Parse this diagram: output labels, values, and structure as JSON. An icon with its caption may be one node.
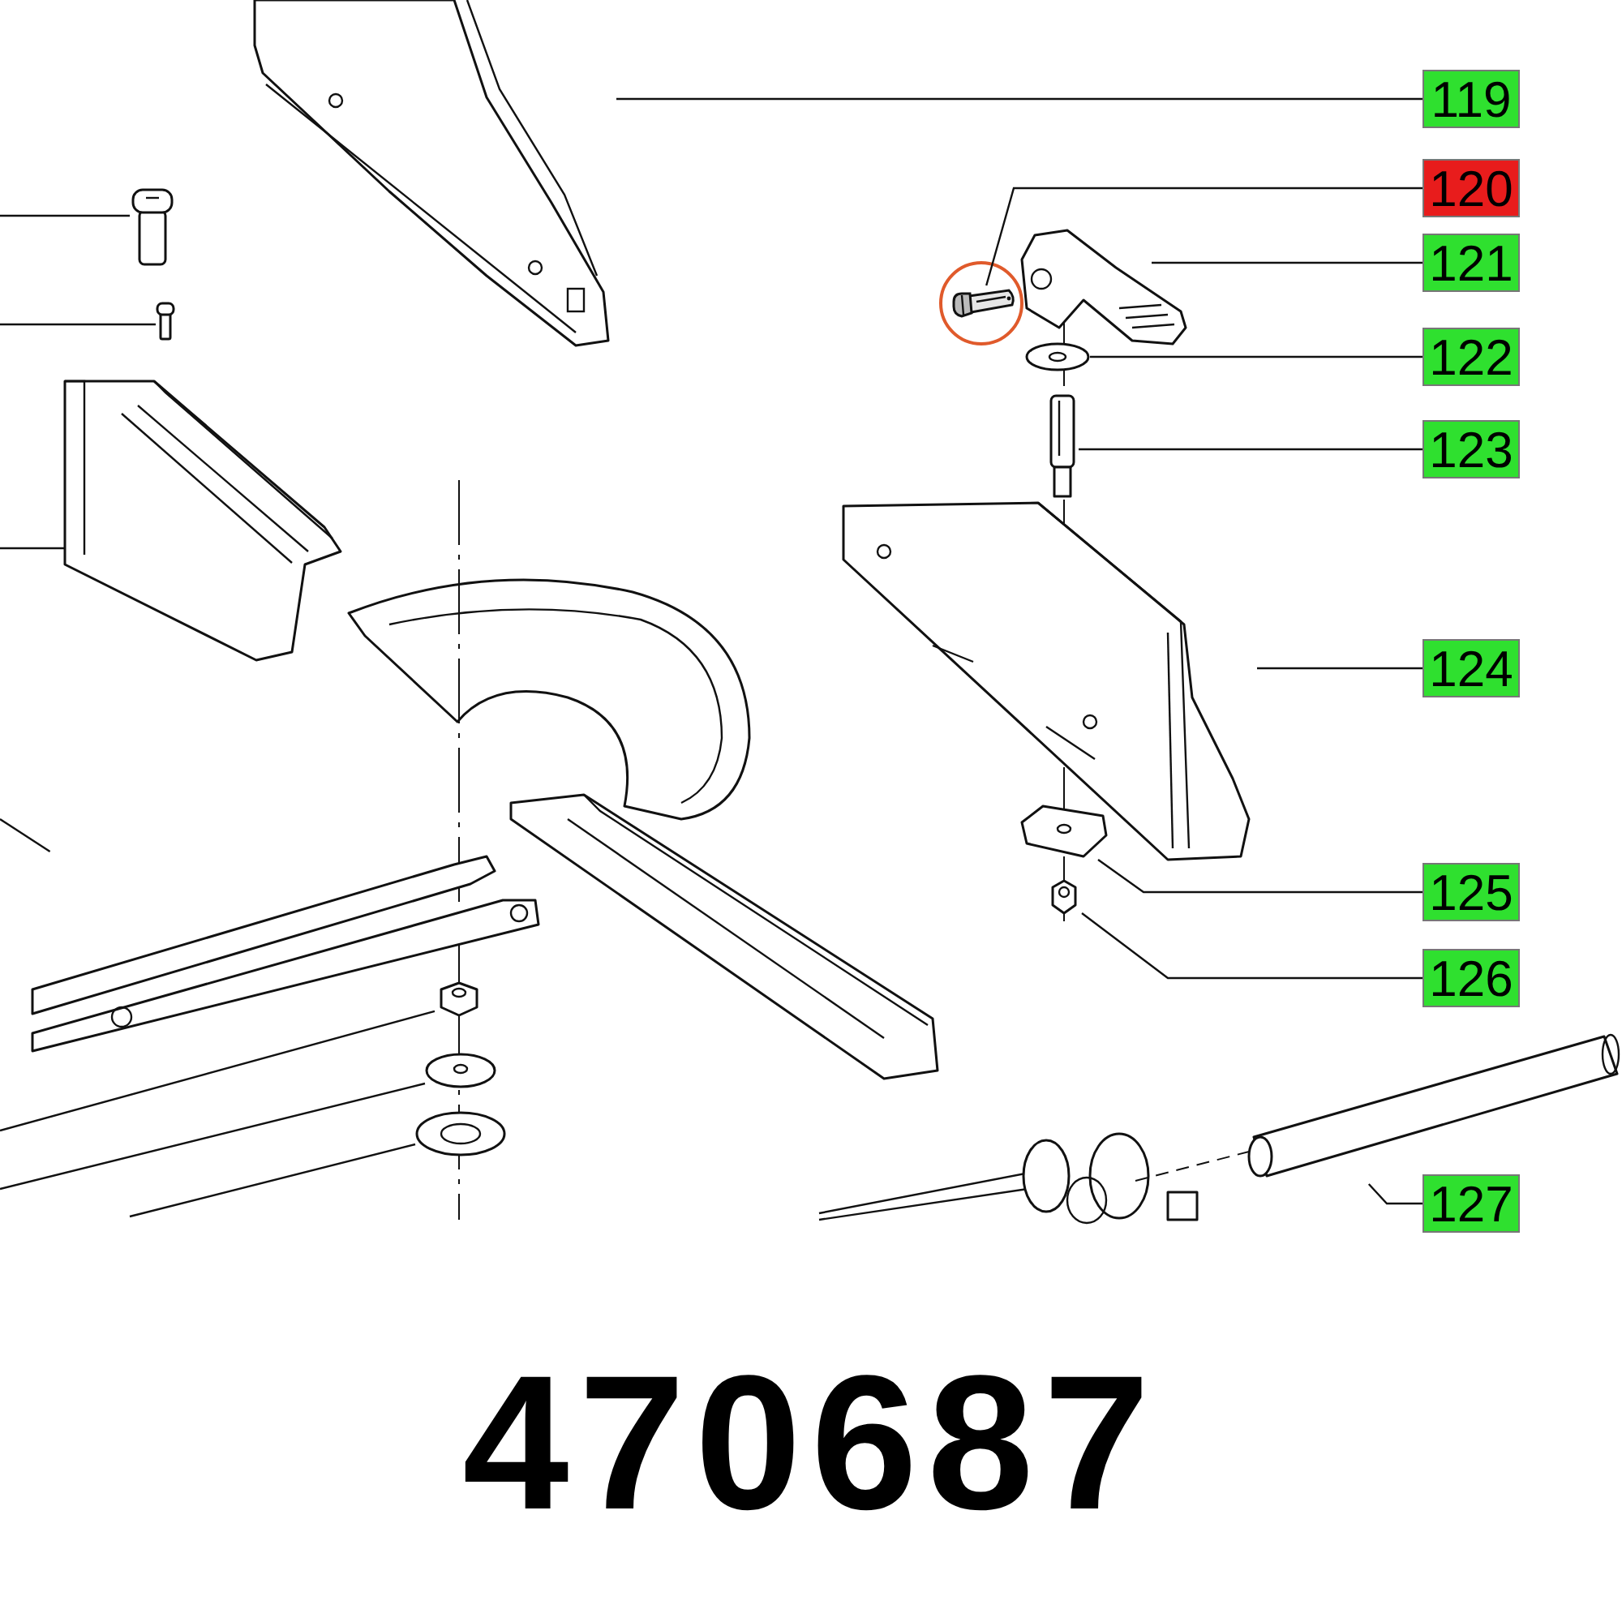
{
  "diagram": {
    "caption": "470687",
    "nodes": [
      {
        "text": [
          "119"
        ]
      },
      {
        "text": [
          "120"
        ]
      },
      {
        "text": [
          "121"
        ]
      },
      {
        "text": [
          "122"
        ]
      },
      {
        "text": [
          "123"
        ]
      },
      {
        "text": [
          "124"
        ]
      },
      {
        "text": [
          "125"
        ]
      },
      {
        "text": [
          "126"
        ]
      },
      {
        "text": [
          "127"
        ]
      },
      {
        "text": [],
        "shape": "picture"
      },
      {
        "text": [],
        "shape": "picture"
      },
      {
        "text": [],
        "shape": "picture"
      },
      {
        "text": [],
        "shape": "picture"
      },
      {
        "text": [],
        "shape": "picture"
      },
      {
        "text": [],
        "shape": "picture"
      },
      {
        "text": [],
        "shape": "picture"
      },
      {
        "text": [],
        "shape": "picture"
      },
      {
        "text": [],
        "shape": "picture"
      },
      {
        "text": [],
        "shape": "picture"
      },
      {
        "text": [],
        "shape": "picture"
      },
      {
        "text": [],
        "shape": "picture"
      },
      {
        "text": [],
        "shape": "picture"
      },
      {
        "text": [],
        "shape": "picture"
      },
      {
        "text": [],
        "shape": "picture"
      },
      {
        "text": [],
        "shape": "picture"
      }
    ],
    "edges": [
      {
        "from": 0,
        "to": 9,
        "arrow": "none"
      },
      {
        "from": 1,
        "to": 10,
        "arrow": "none"
      },
      {
        "from": 2,
        "to": 11,
        "arrow": "none"
      },
      {
        "from": 3,
        "to": 12,
        "arrow": "none"
      },
      {
        "from": 4,
        "to": 13,
        "arrow": "none"
      },
      {
        "from": 5,
        "to": 14,
        "arrow": "none"
      },
      {
        "from": 6,
        "to": 15,
        "arrow": "none"
      },
      {
        "from": 7,
        "to": 16,
        "arrow": "none"
      },
      {
        "from": 8,
        "to": 17,
        "arrow": "none"
      },
      {
        "from": null,
        "to": 18,
        "arrow": "none"
      },
      {
        "from": null,
        "to": 19,
        "arrow": "none"
      },
      {
        "from": null,
        "to": 20,
        "arrow": "none"
      },
      {
        "from": null,
        "to": 21,
        "arrow": "none"
      },
      {
        "from": null,
        "to": 22,
        "arrow": "none"
      },
      {
        "from": null,
        "to": 23,
        "arrow": "none"
      },
      {
        "from": null,
        "to": 24,
        "arrow": "none"
      }
    ]
  }
}
